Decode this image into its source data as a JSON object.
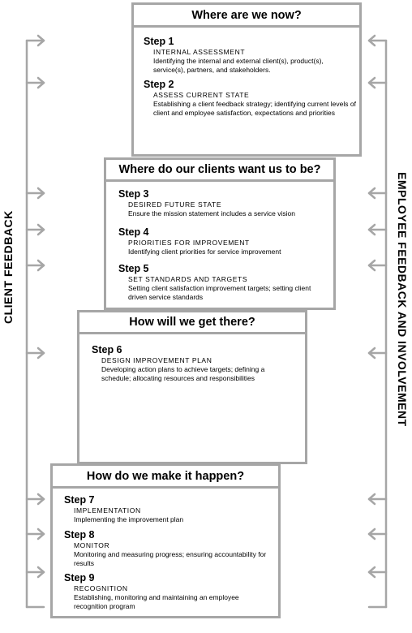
{
  "sides": {
    "left_label": "CLIENT FEEDBACK",
    "right_label": "EMPLOYEE FEEDBACK AND INVOLVEMENT"
  },
  "colors": {
    "frame": "#a6a6a6",
    "text": "#000000"
  },
  "sections": [
    {
      "header": "Where are we now?",
      "steps": [
        {
          "title": "Step 1",
          "name": "INTERNAL ASSESSMENT",
          "desc": "Identifying the internal and external client(s), product(s), service(s), partners, and stakeholders."
        },
        {
          "title": "Step 2",
          "name": "ASSESS CURRENT STATE",
          "desc": "Establishing a client feedback strategy; identifying current levels of client and employee satisfaction, expectations and priorities"
        }
      ]
    },
    {
      "header": "Where do our clients want us to be?",
      "steps": [
        {
          "title": "Step 3",
          "name": "DESIRED FUTURE STATE",
          "desc": "Ensure the mission statement includes a service vision"
        },
        {
          "title": "Step 4",
          "name": "PRIORITIES FOR IMPROVEMENT",
          "desc": "Identifying client priorities for service improvement"
        },
        {
          "title": "Step 5",
          "name": "SET STANDARDS AND TARGETS",
          "desc": "Setting client satisfaction improvement targets; setting client driven service standards"
        }
      ]
    },
    {
      "header": "How will we get there?",
      "steps": [
        {
          "title": "Step 6",
          "name": "DESIGN IMPROVEMENT PLAN",
          "desc": "Developing action plans to achieve targets; defining a schedule; allocating resources and responsibilities"
        }
      ]
    },
    {
      "header": "How do we make it happen?",
      "steps": [
        {
          "title": "Step 7",
          "name": "IMPLEMENTATION",
          "desc": "Implementing the improvement plan"
        },
        {
          "title": "Step 8",
          "name": "MONITOR",
          "desc": "Monitoring and measuring progress; ensuring accountability for results"
        },
        {
          "title": "Step 9",
          "name": "RECOGNITION",
          "desc": "Establishing, monitoring and maintaining an employee recognition program"
        }
      ]
    }
  ]
}
